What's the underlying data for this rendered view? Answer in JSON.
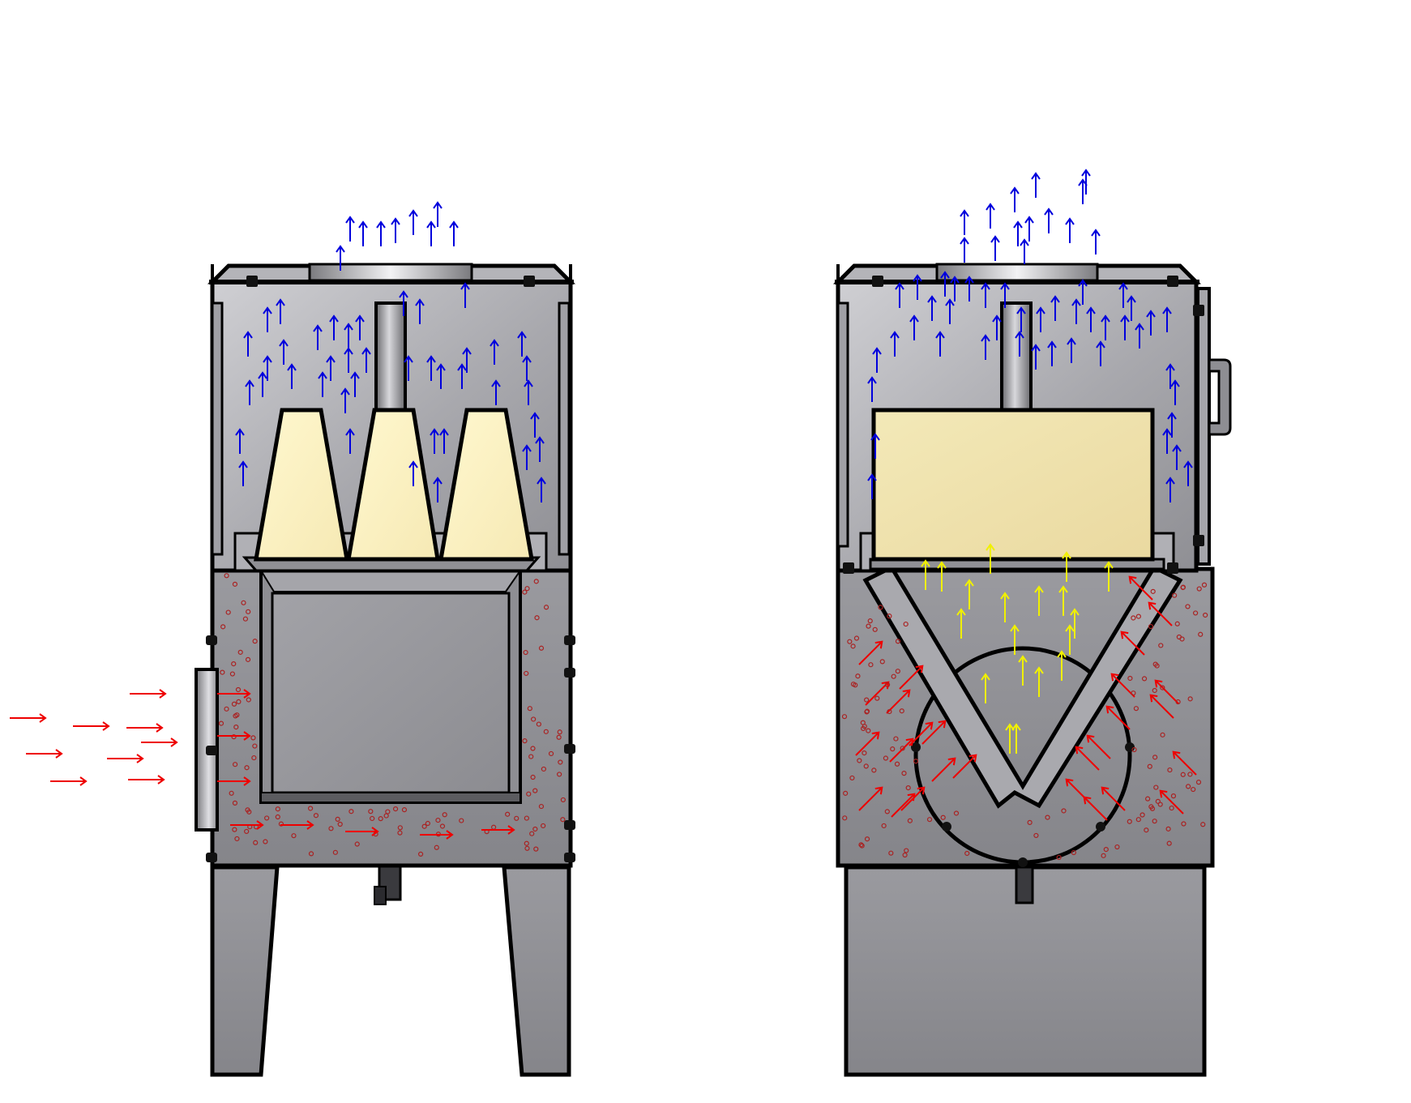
{
  "colors": {
    "background": "#ffffff",
    "outline": "#000000",
    "housing_light": "#c8c8cc",
    "housing_dark": "#8a8a8e",
    "filter_cartridge": "#fbf6c4",
    "filter_panel": "#f1e4ac",
    "clean_air_arrow": "#0000dd",
    "dirty_air_arrow": "#ee0000",
    "filtered_air_arrow": "#f0f000",
    "dust_particle": "#aa2222"
  },
  "units": [
    {
      "name": "cartridge-dust-collector",
      "filter_type": "cartridge",
      "cartridge_count": 3,
      "icons": [
        "clean-air-arrow-icon",
        "dirty-air-arrow-icon",
        "dust-particle-icon"
      ]
    },
    {
      "name": "panel-dust-collector",
      "filter_type": "panel",
      "cartridge_count": 1,
      "icons": [
        "clean-air-arrow-icon",
        "dirty-air-arrow-icon",
        "filtered-air-arrow-icon",
        "dust-particle-icon"
      ]
    }
  ]
}
